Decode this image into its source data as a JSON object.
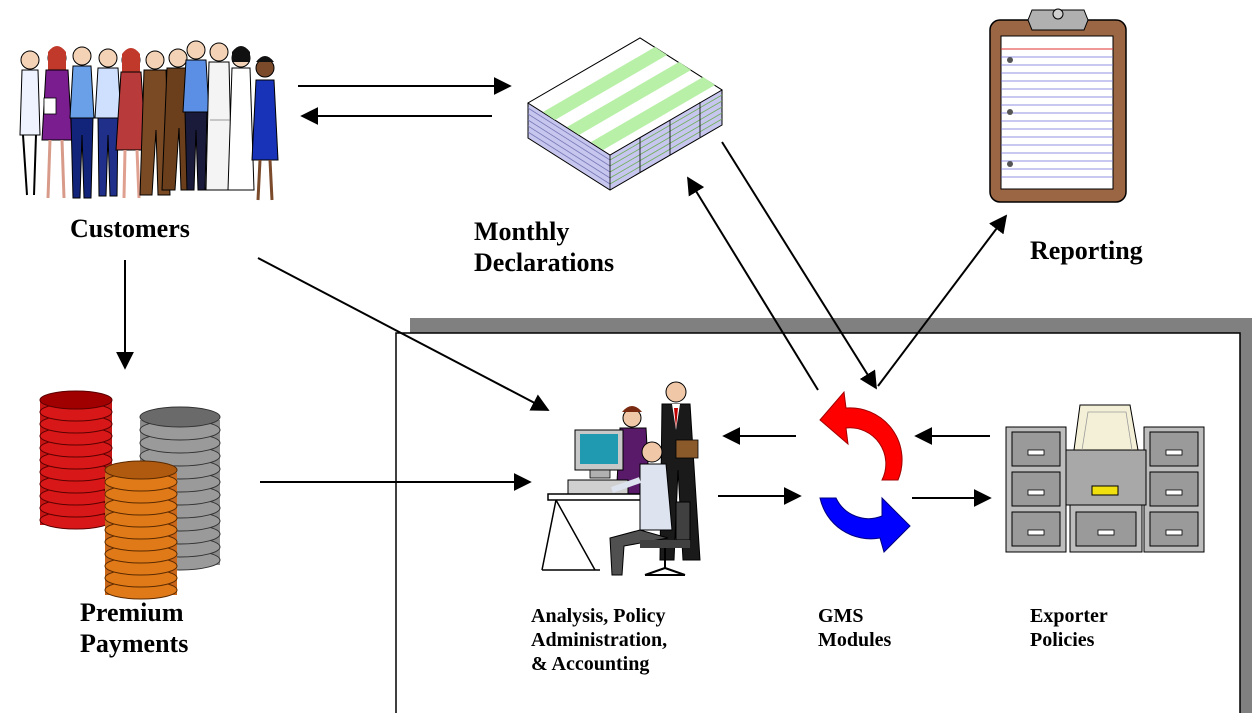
{
  "labels": {
    "customers": "Customers",
    "monthly_declarations_1": "Monthly",
    "monthly_declarations_2": "Declarations",
    "reporting": "Reporting",
    "premium_payments_1": "Premium",
    "premium_payments_2": "Payments",
    "analysis_1": "Analysis, Policy",
    "analysis_2": "Administration,",
    "analysis_3": "& Accounting",
    "gms_1": "GMS",
    "gms_2": "Modules",
    "exporter_1": "Exporter",
    "exporter_2": "Policies"
  },
  "icons": [
    "people-group-icon",
    "stacked-forms-icon",
    "clipboard-icon",
    "coin-stacks-icon",
    "office-workers-icon",
    "cycle-arrows-icon",
    "file-cabinets-icon"
  ],
  "colors": {
    "coins_red": "#d81818",
    "coins_orange": "#e07a18",
    "coins_gray": "#9a9a9a",
    "cycle_red": "#ff0000",
    "cycle_blue": "#0000ff",
    "clipboard_brown": "#9b6644",
    "panel_shadow": "#808080",
    "forms_green": "#b9f0a8",
    "forms_lavender": "#c6c6ee"
  }
}
